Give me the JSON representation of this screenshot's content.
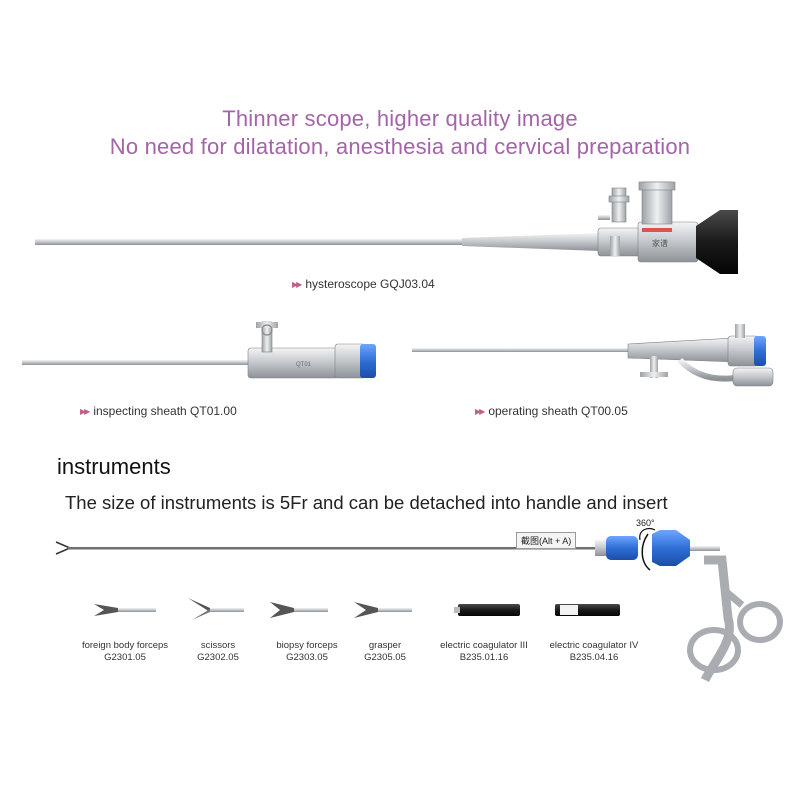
{
  "headline": {
    "line1": "Thinner scope, higher quality image",
    "line2": "No need for dilatation, anesthesia and cervical preparation"
  },
  "products": {
    "hysteroscope": "hysteroscope GQJ03.04",
    "inspecting_sheath": "inspecting sheath QT01.00",
    "operating_sheath": "operating sheath QT00.05",
    "arrow_glyph": "▶▶"
  },
  "instruments_section": {
    "title": "instruments",
    "subtitle": "The size of instruments is 5Fr and can be detached into handle and insert",
    "tooltip": "截图(Alt + A)",
    "rotation_label": "360°"
  },
  "instruments": [
    {
      "name": "foreign body forceps",
      "code": "G2301.05",
      "icon": "forceps-tip-icon"
    },
    {
      "name": "scissors",
      "code": "G2302.05",
      "icon": "scissors-tip-icon"
    },
    {
      "name": "biopsy forceps",
      "code": "G2303.05",
      "icon": "biopsy-forceps-tip-icon"
    },
    {
      "name": "grasper",
      "code": "G2305.05",
      "icon": "grasper-tip-icon"
    },
    {
      "name": "electric coagulator III",
      "code": "B235.01.16",
      "icon": "coagulator-tip-icon"
    },
    {
      "name": "electric coagulator IV",
      "code": "B235.04.16",
      "icon": "coagulator-tip-icon"
    }
  ],
  "colors": {
    "headline": "#a464a8",
    "accent_blue": "#2f6fd6",
    "eyepiece_black": "#1a1a1a",
    "steel": "#c8ccd0"
  }
}
